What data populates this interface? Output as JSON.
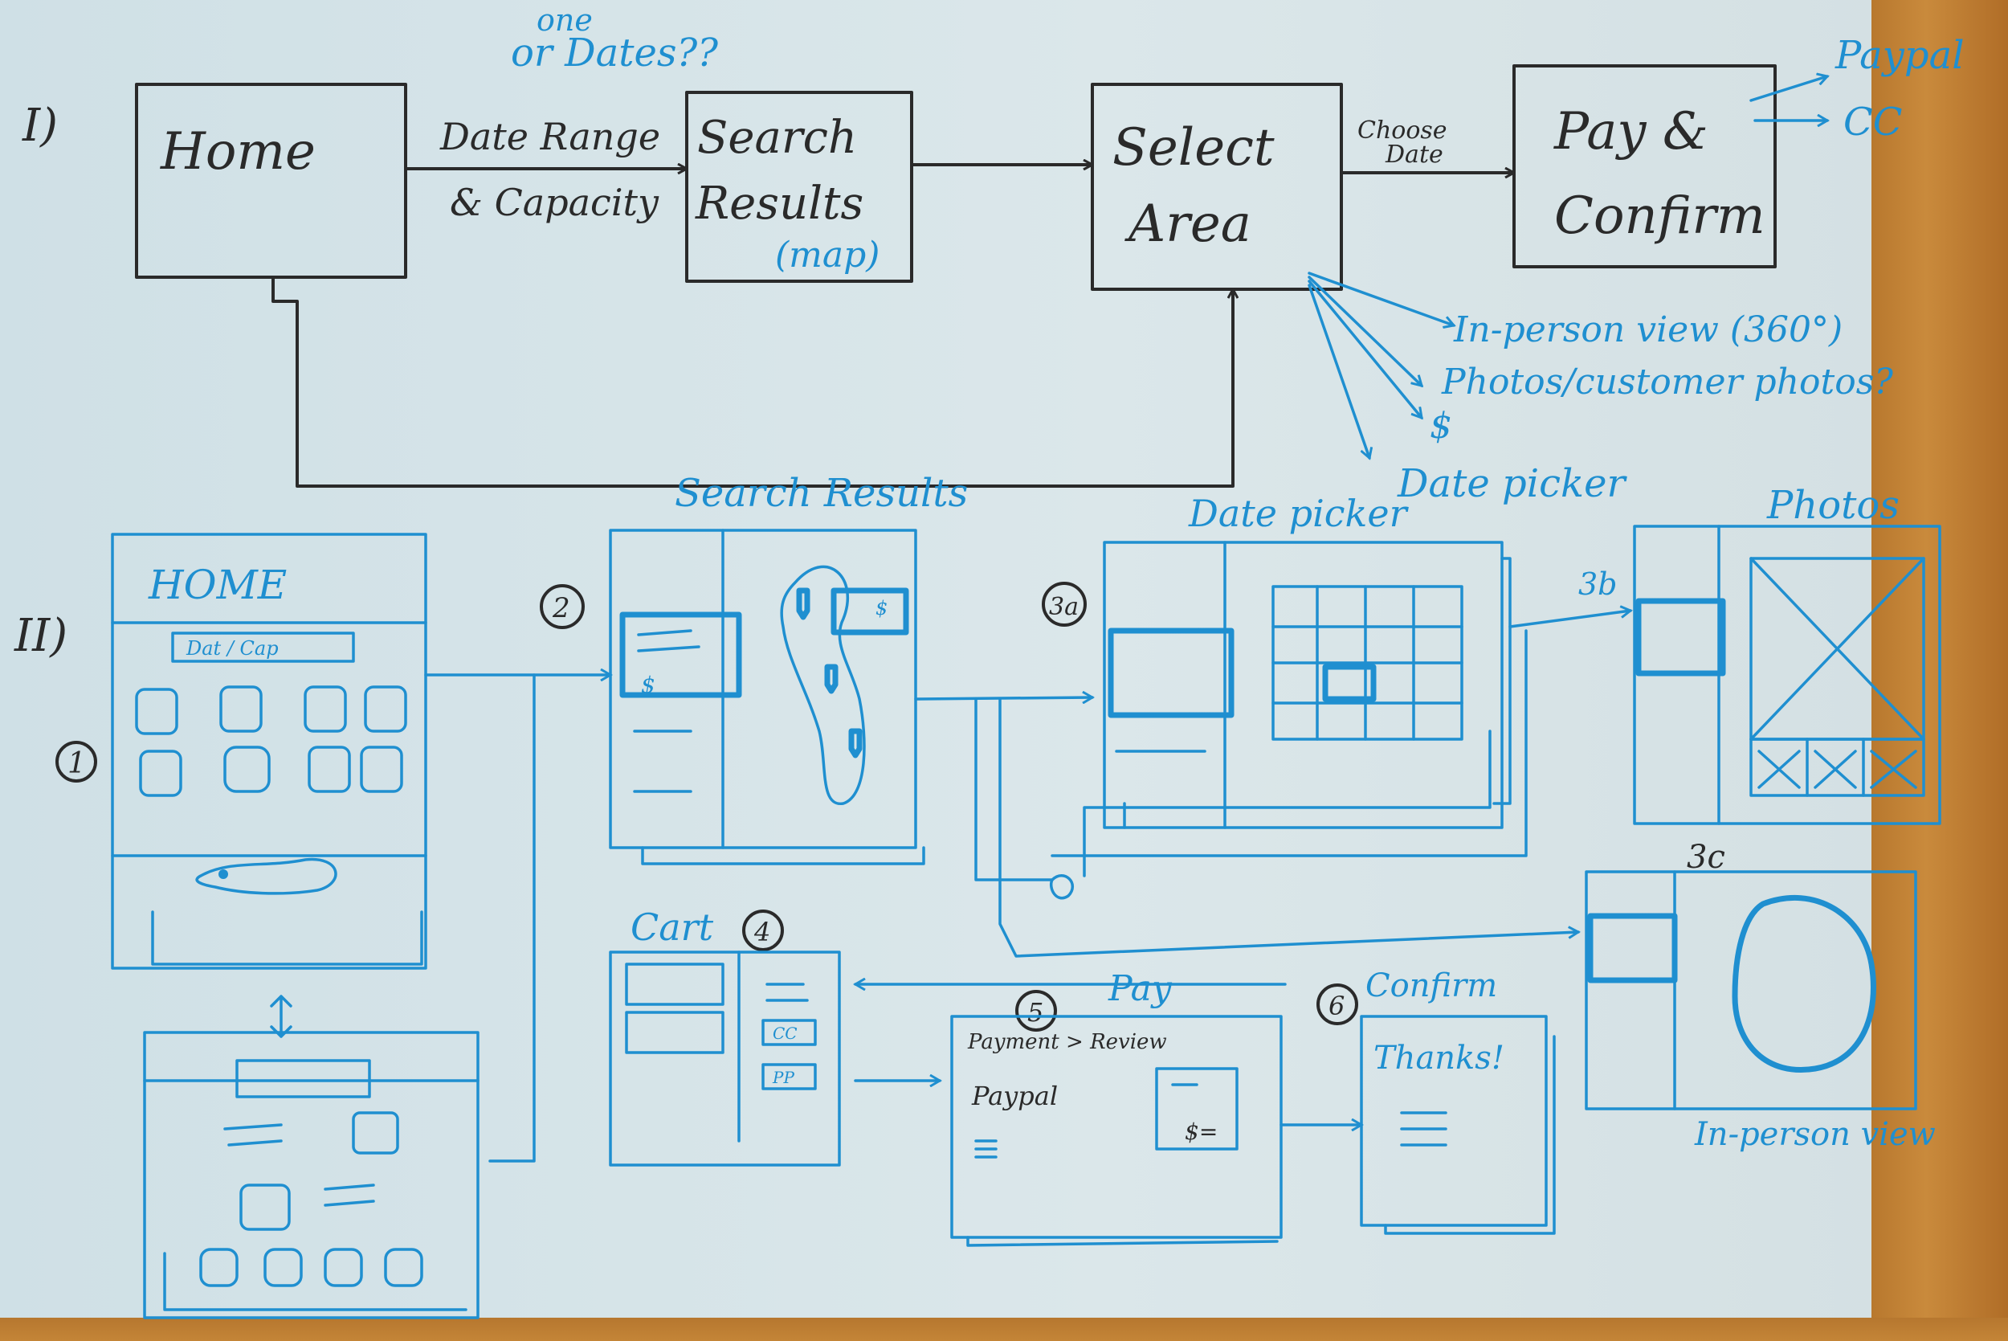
{
  "section_markers": {
    "i": "I)",
    "ii": "II)"
  },
  "flow": {
    "home": "Home",
    "date_range_line1": "Date Range",
    "date_range_line2": "& Capacity",
    "one_or_dates_line1": "one",
    "one_or_dates_line2": "or Dates??",
    "search_results_line1": "Search",
    "search_results_line2": "Results",
    "map_note": "(map)",
    "select_area_line1": "Select",
    "select_area_line2": "Area",
    "choose_date_line1": "Choose",
    "choose_date_line2": "Date",
    "pay_confirm_line1": "Pay &",
    "pay_confirm_line2": "Confirm",
    "paypal": "Paypal",
    "cc": "CC",
    "option_in_person": "In-person view (360°)",
    "option_photos": "Photos/customer photos?",
    "option_price": "$",
    "option_date_picker": "Date picker"
  },
  "screens": {
    "home_title": "HOME",
    "home_number": "1",
    "home_search_chip": "Dat / Cap",
    "search_results_title": "Search Results",
    "search_results_number": "2",
    "search_results_price": "$",
    "map_card_label": "$",
    "date_picker_title": "Date picker",
    "date_picker_number": "3a",
    "photos_title": "Photos",
    "photos_number": "3b",
    "in_person_number": "3c",
    "in_person_label": "In-person view",
    "cart_title": "Cart",
    "cart_number": "4",
    "cart_cc": "CC",
    "cart_pp": "PP",
    "pay_title": "Pay",
    "pay_number": "5",
    "pay_flow": "Payment > Review",
    "pay_paypal": "Paypal",
    "pay_total": "$=",
    "confirm_title": "Confirm",
    "confirm_number": "6",
    "confirm_thanks": "Thanks!"
  },
  "colors": {
    "pencil": "#2a2a2a",
    "pen": "#1f8fd0",
    "paper": "#d9e6e9",
    "wood": "#c08035"
  }
}
